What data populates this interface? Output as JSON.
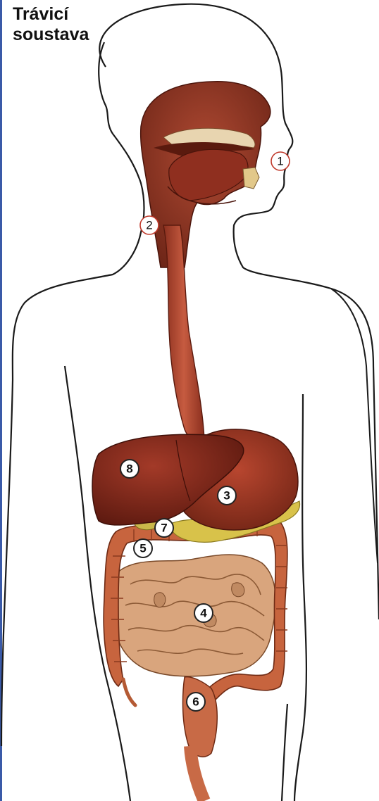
{
  "title": {
    "line1": "Trávicí",
    "line2": "soustava"
  },
  "labels": [
    {
      "id": "1",
      "text": "1"
    },
    {
      "id": "2",
      "text": "2"
    },
    {
      "id": "3",
      "text": "3"
    },
    {
      "id": "4",
      "text": "4"
    },
    {
      "id": "5",
      "text": "5"
    },
    {
      "id": "6",
      "text": "6"
    },
    {
      "id": "7",
      "text": "7"
    },
    {
      "id": "8",
      "text": "8"
    }
  ],
  "colors": {
    "outline": "#1a1a1a",
    "head_tissue": "#8e3322",
    "esophagus": "#b54a33",
    "liver": "#7d2418",
    "stomach": "#9a3321",
    "small_intestine": "#d7a27a",
    "colon": "#c8663f",
    "pancreas": "#d8c24a",
    "accent_rule": "#3a5aa8"
  }
}
